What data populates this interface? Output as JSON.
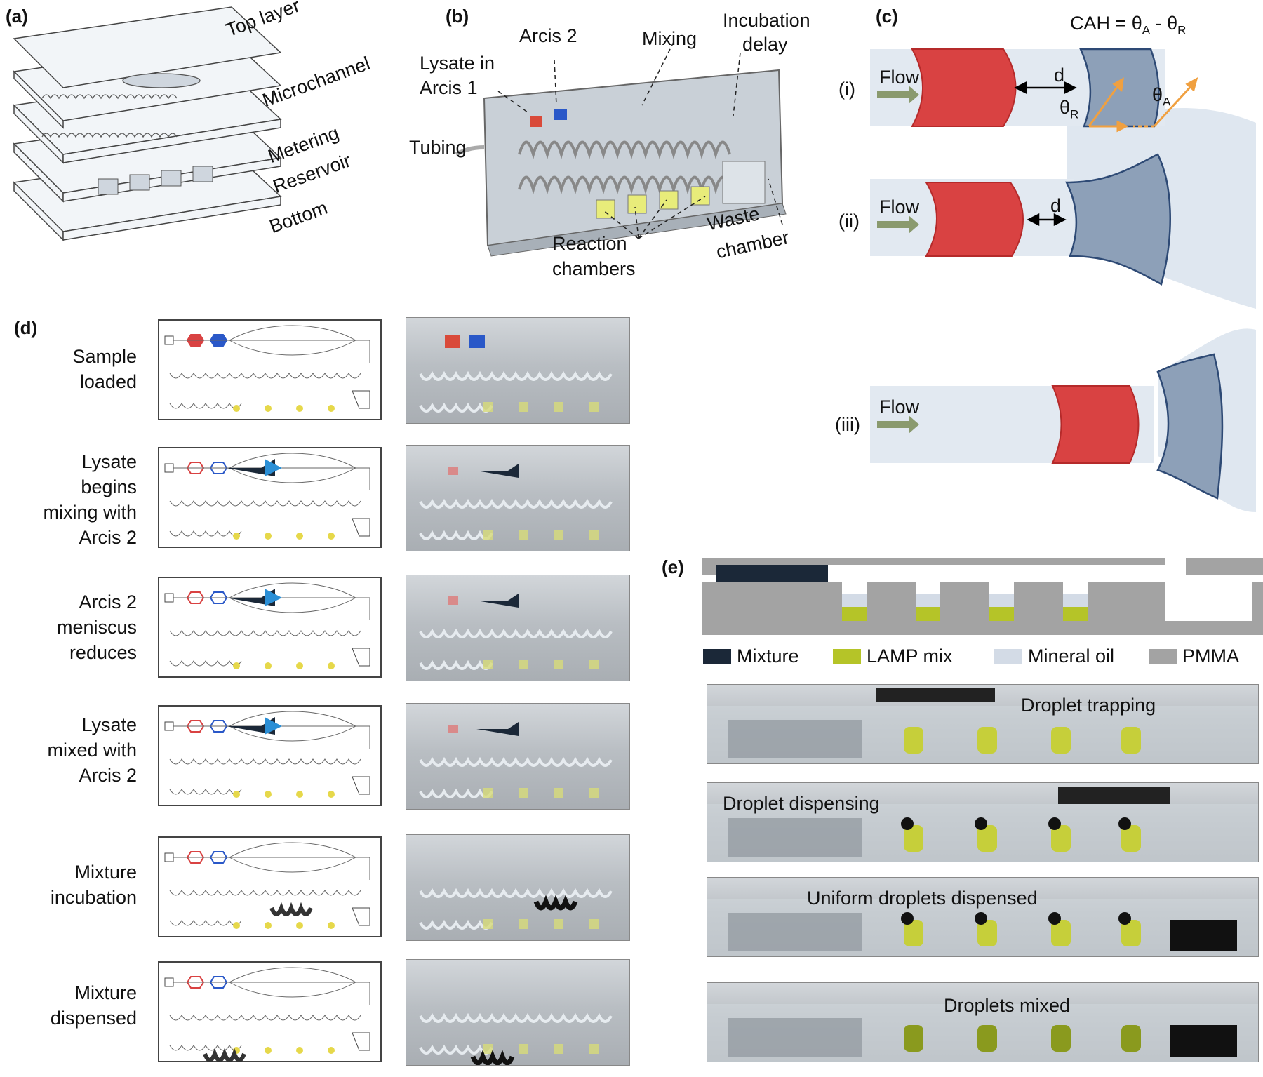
{
  "panels": {
    "a": {
      "label": "(a)",
      "layers": [
        "Top layer",
        "Microchannel",
        "Metering",
        "Reservoir",
        "Bottom"
      ]
    },
    "b": {
      "label": "(b)",
      "callouts": {
        "arcis2": "Arcis 2",
        "mixing": "Mixing",
        "incubation_l1": "Incubation",
        "incubation_l2": "delay",
        "lysate_l1": "Lysate in",
        "lysate_l2": "Arcis 1",
        "tubing": "Tubing",
        "reaction_l1": "Reaction",
        "reaction_l2": "chambers",
        "waste_l1": "Waste",
        "waste_l2": "chamber"
      }
    },
    "c": {
      "label": "(c)",
      "equation": {
        "cah": "CAH = θ",
        "a_sub": "A",
        "minus": " - θ",
        "r_sub": "R"
      },
      "rows": [
        {
          "roman": "(i)",
          "flow": "Flow",
          "d": "d",
          "theta_r": "θ",
          "theta_r_sub": "R",
          "theta_a": "θ",
          "theta_a_sub": "A"
        },
        {
          "roman": "(ii)",
          "flow": "Flow",
          "d": "d"
        },
        {
          "roman": "(iii)",
          "flow": "Flow"
        }
      ]
    },
    "d": {
      "label": "(d)",
      "steps": [
        {
          "lines": [
            "Sample",
            "loaded"
          ]
        },
        {
          "lines": [
            "Lysate",
            "begins",
            "mixing with",
            "Arcis 2"
          ]
        },
        {
          "lines": [
            "Arcis 2",
            "meniscus",
            "reduces"
          ]
        },
        {
          "lines": [
            "Lysate",
            "mixed with",
            "Arcis 2"
          ]
        },
        {
          "lines": [
            "Mixture",
            "incubation"
          ]
        },
        {
          "lines": [
            "Mixture",
            "dispensed"
          ]
        }
      ]
    },
    "e": {
      "label": "(e)",
      "legend": [
        {
          "name": "Mixture",
          "color": "#1b2838"
        },
        {
          "name": "LAMP mix",
          "color": "#b5c428"
        },
        {
          "name": "Mineral oil",
          "color": "#d3dbe6"
        },
        {
          "name": "PMMA",
          "color": "#a3a3a3"
        }
      ],
      "photos": [
        "Droplet trapping",
        "Droplet dispensing",
        "Uniform droplets dispensed",
        "Droplets mixed"
      ]
    }
  },
  "colors": {
    "red_droplet": "#d94242",
    "blue_droplet": "#8da0b8",
    "channel": "#e2e9f1",
    "arrow": "#8a9a6e",
    "orange": "#f0a040"
  }
}
